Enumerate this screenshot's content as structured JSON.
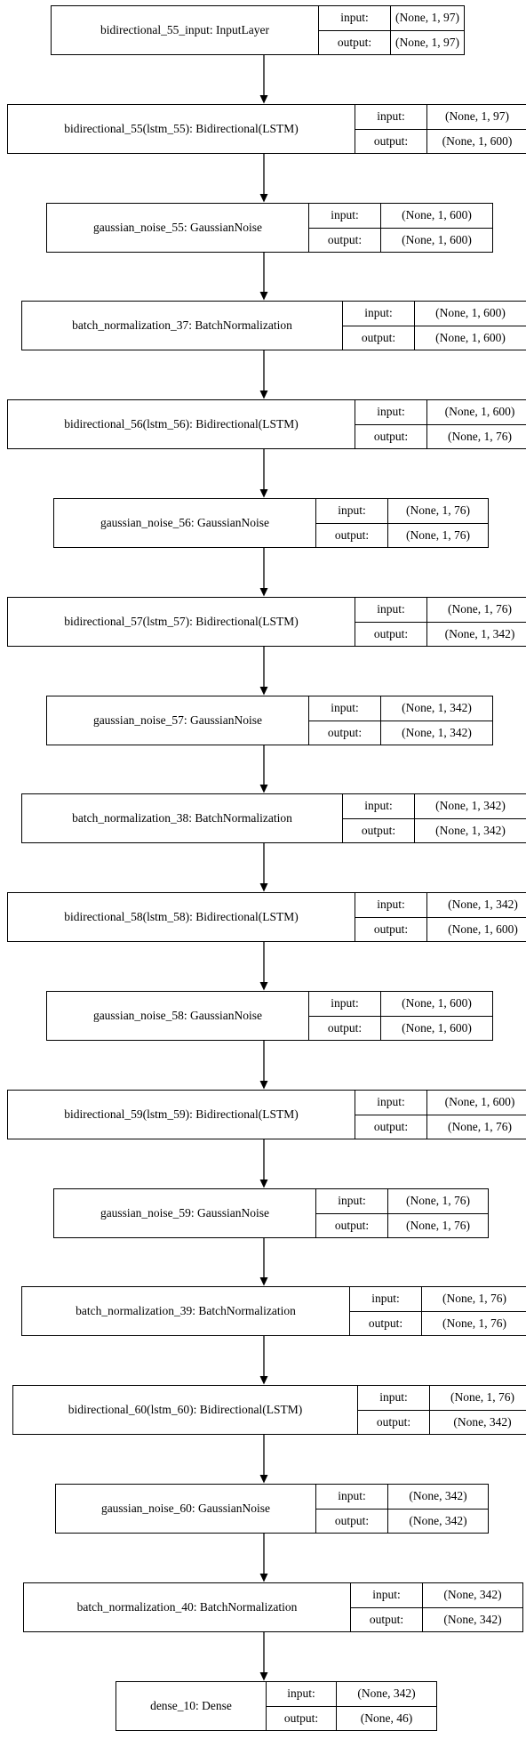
{
  "diagram": {
    "input_label": "input:",
    "output_label": "output:",
    "layers": [
      {
        "name": "bidirectional_55_input: InputLayer",
        "input": "(None, 1, 97)",
        "output": "(None, 1, 97)"
      },
      {
        "name": "bidirectional_55(lstm_55): Bidirectional(LSTM)",
        "input": "(None, 1, 97)",
        "output": "(None, 1, 600)"
      },
      {
        "name": "gaussian_noise_55: GaussianNoise",
        "input": "(None, 1, 600)",
        "output": "(None, 1, 600)"
      },
      {
        "name": "batch_normalization_37: BatchNormalization",
        "input": "(None, 1, 600)",
        "output": "(None, 1, 600)"
      },
      {
        "name": "bidirectional_56(lstm_56): Bidirectional(LSTM)",
        "input": "(None, 1, 600)",
        "output": "(None, 1, 76)"
      },
      {
        "name": "gaussian_noise_56: GaussianNoise",
        "input": "(None, 1, 76)",
        "output": "(None, 1, 76)"
      },
      {
        "name": "bidirectional_57(lstm_57): Bidirectional(LSTM)",
        "input": "(None, 1, 76)",
        "output": "(None, 1, 342)"
      },
      {
        "name": "gaussian_noise_57: GaussianNoise",
        "input": "(None, 1, 342)",
        "output": "(None, 1, 342)"
      },
      {
        "name": "batch_normalization_38: BatchNormalization",
        "input": "(None, 1, 342)",
        "output": "(None, 1, 342)"
      },
      {
        "name": "bidirectional_58(lstm_58): Bidirectional(LSTM)",
        "input": "(None, 1, 342)",
        "output": "(None, 1, 600)"
      },
      {
        "name": "gaussian_noise_58: GaussianNoise",
        "input": "(None, 1, 600)",
        "output": "(None, 1, 600)"
      },
      {
        "name": "bidirectional_59(lstm_59): Bidirectional(LSTM)",
        "input": "(None, 1, 600)",
        "output": "(None, 1, 76)"
      },
      {
        "name": "gaussian_noise_59: GaussianNoise",
        "input": "(None, 1, 76)",
        "output": "(None, 1, 76)"
      },
      {
        "name": "batch_normalization_39: BatchNormalization",
        "input": "(None, 1, 76)",
        "output": "(None, 1, 76)"
      },
      {
        "name": "bidirectional_60(lstm_60): Bidirectional(LSTM)",
        "input": "(None, 1, 76)",
        "output": "(None, 342)"
      },
      {
        "name": "gaussian_noise_60: GaussianNoise",
        "input": "(None, 342)",
        "output": "(None, 342)"
      },
      {
        "name": "batch_normalization_40: BatchNormalization",
        "input": "(None, 342)",
        "output": "(None, 342)"
      },
      {
        "name": "dense_10: Dense",
        "input": "(None, 342)",
        "output": "(None, 46)"
      }
    ]
  }
}
